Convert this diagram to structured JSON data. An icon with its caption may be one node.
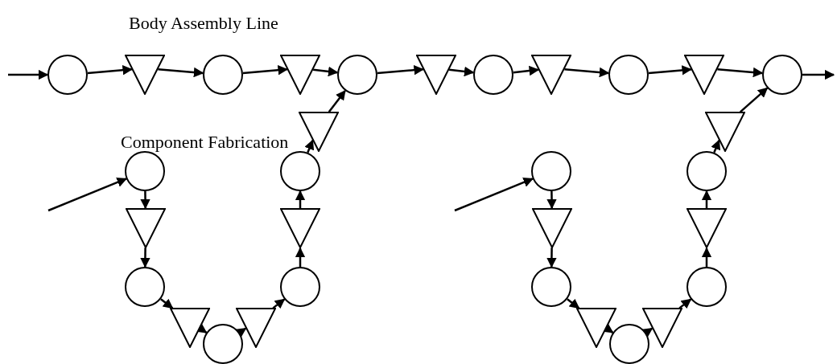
{
  "diagram": {
    "nodes": [
      {
        "text": [],
        "shape": "circle"
      },
      {
        "text": [],
        "shape": "triangle"
      },
      {
        "text": [],
        "shape": "circle"
      },
      {
        "text": [],
        "shape": "triangle"
      },
      {
        "text": [],
        "shape": "circle"
      },
      {
        "text": [],
        "shape": "triangle"
      },
      {
        "text": [],
        "shape": "circle"
      },
      {
        "text": [],
        "shape": "triangle"
      },
      {
        "text": [],
        "shape": "circle"
      },
      {
        "text": [],
        "shape": "triangle"
      },
      {
        "text": [],
        "shape": "circle"
      },
      {
        "text": [],
        "shape": "circle"
      },
      {
        "text": [],
        "shape": "triangle"
      },
      {
        "text": [],
        "shape": "circle"
      },
      {
        "text": [],
        "shape": "triangle"
      },
      {
        "text": [],
        "shape": "circle"
      },
      {
        "text": [],
        "shape": "triangle"
      },
      {
        "text": [],
        "shape": "circle"
      },
      {
        "text": [],
        "shape": "triangle"
      },
      {
        "text": [],
        "shape": "circle"
      },
      {
        "text": [],
        "shape": "triangle"
      },
      {
        "text": [],
        "shape": "circle"
      },
      {
        "text": [],
        "shape": "triangle"
      },
      {
        "text": [],
        "shape": "circle"
      },
      {
        "text": [],
        "shape": "triangle"
      },
      {
        "text": [],
        "shape": "circle"
      },
      {
        "text": [],
        "shape": "triangle"
      },
      {
        "text": [],
        "shape": "circle"
      },
      {
        "text": [],
        "shape": "triangle"
      },
      {
        "text": [],
        "shape": "circle"
      },
      {
        "text": [],
        "shape": "triangle"
      }
    ],
    "edges": [
      {
        "from": null,
        "to": 0,
        "arrow": "to"
      },
      {
        "from": 0,
        "to": 1,
        "arrow": "to"
      },
      {
        "from": 1,
        "to": 2,
        "arrow": "to"
      },
      {
        "from": 2,
        "to": 3,
        "arrow": "to"
      },
      {
        "from": 3,
        "to": 4,
        "arrow": "to"
      },
      {
        "from": 4,
        "to": 5,
        "arrow": "to"
      },
      {
        "from": 5,
        "to": 6,
        "arrow": "to"
      },
      {
        "from": 6,
        "to": 7,
        "arrow": "to"
      },
      {
        "from": 7,
        "to": 8,
        "arrow": "to"
      },
      {
        "from": 8,
        "to": 9,
        "arrow": "to"
      },
      {
        "from": 9,
        "to": 10,
        "arrow": "to"
      },
      {
        "from": 10,
        "to": null,
        "arrow": "to"
      },
      {
        "from": null,
        "to": 11,
        "arrow": "to"
      },
      {
        "from": 11,
        "to": 12,
        "arrow": "to"
      },
      {
        "from": 12,
        "to": 13,
        "arrow": "to"
      },
      {
        "from": 13,
        "to": 14,
        "arrow": "to"
      },
      {
        "from": 14,
        "to": 15,
        "arrow": "to"
      },
      {
        "from": 15,
        "to": 16,
        "arrow": "to"
      },
      {
        "from": 16,
        "to": 17,
        "arrow": "to"
      },
      {
        "from": 17,
        "to": 18,
        "arrow": "to"
      },
      {
        "from": 18,
        "to": 19,
        "arrow": "to"
      },
      {
        "from": 19,
        "to": 20,
        "arrow": "to"
      },
      {
        "from": 20,
        "to": 4,
        "arrow": "to"
      },
      {
        "from": null,
        "to": 21,
        "arrow": "to"
      },
      {
        "from": 21,
        "to": 22,
        "arrow": "to"
      },
      {
        "from": 22,
        "to": 23,
        "arrow": "to"
      },
      {
        "from": 23,
        "to": 24,
        "arrow": "to"
      },
      {
        "from": 24,
        "to": 25,
        "arrow": "to"
      },
      {
        "from": 25,
        "to": 26,
        "arrow": "to"
      },
      {
        "from": 26,
        "to": 27,
        "arrow": "to"
      },
      {
        "from": 27,
        "to": 28,
        "arrow": "to"
      },
      {
        "from": 28,
        "to": 29,
        "arrow": "to"
      },
      {
        "from": 29,
        "to": 30,
        "arrow": "to"
      },
      {
        "from": 30,
        "to": 10,
        "arrow": "to"
      }
    ],
    "labels": [
      "Body Assembly Line",
      "Component Fabrication"
    ]
  }
}
